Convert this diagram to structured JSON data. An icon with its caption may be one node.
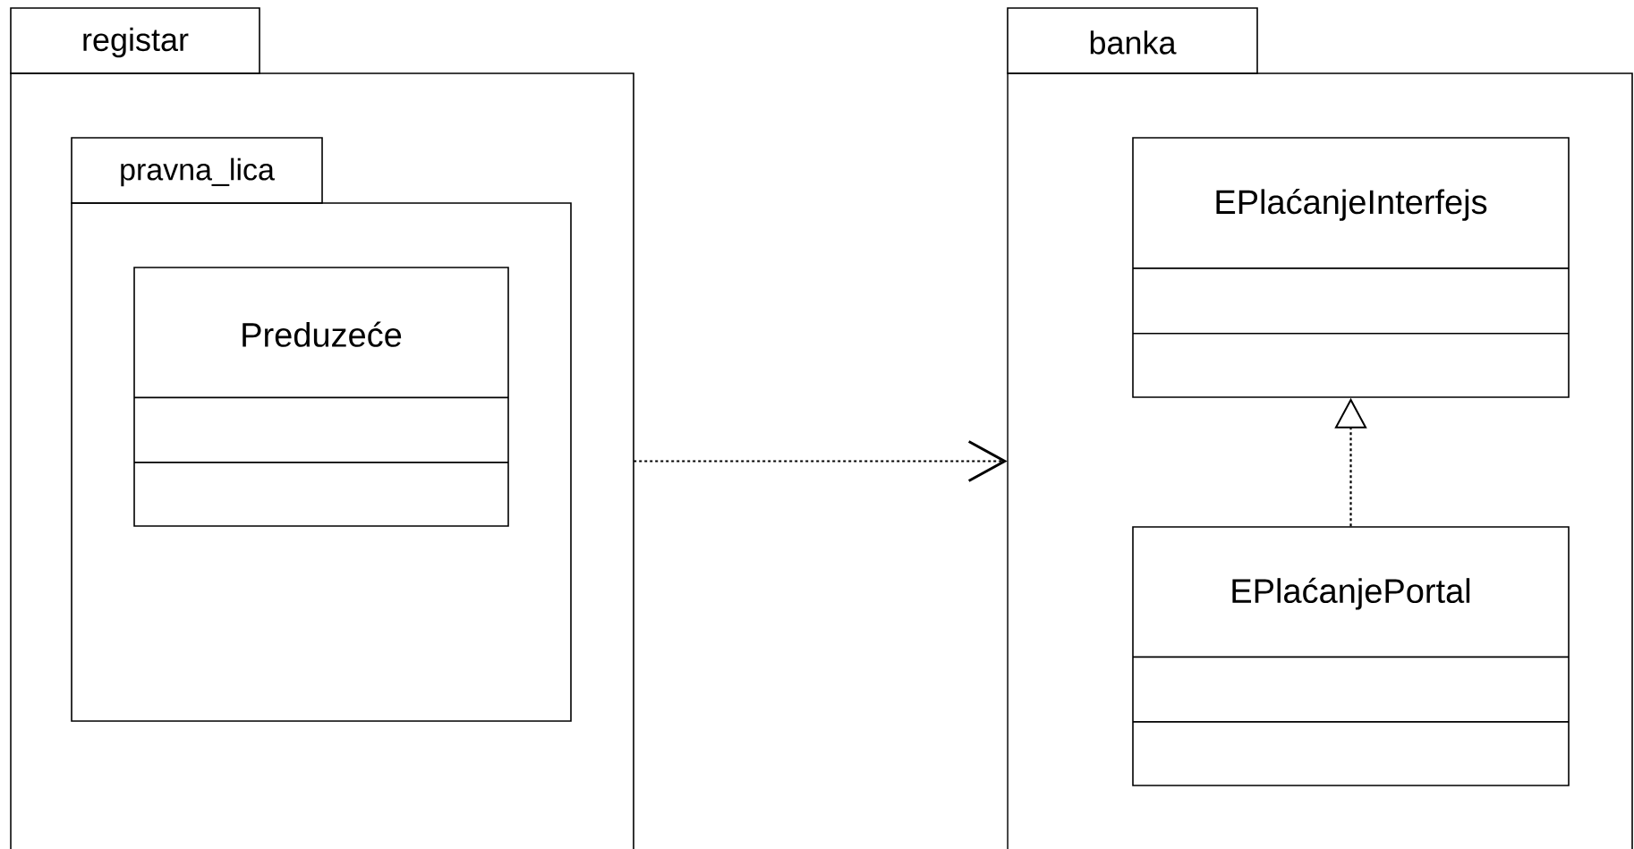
{
  "diagram": {
    "nodes": [
      {
        "text": [
          "registar"
        ]
      },
      {
        "text": [
          "pravna_lica"
        ],
        "in": 0
      },
      {
        "text": [
          "Preduzeće"
        ],
        "in": 1
      },
      {
        "text": [
          "banka"
        ]
      },
      {
        "text": [
          "EPlaćanjeInterfejs"
        ],
        "in": 3
      },
      {
        "text": [
          "EPlaćanjePortal"
        ],
        "in": 3
      }
    ],
    "edges": [
      {
        "from": 0,
        "to": 3,
        "arrow": "to",
        "style": "dashed"
      },
      {
        "from": 5,
        "to": 4,
        "arrow": "to",
        "style": "dashed"
      }
    ]
  }
}
